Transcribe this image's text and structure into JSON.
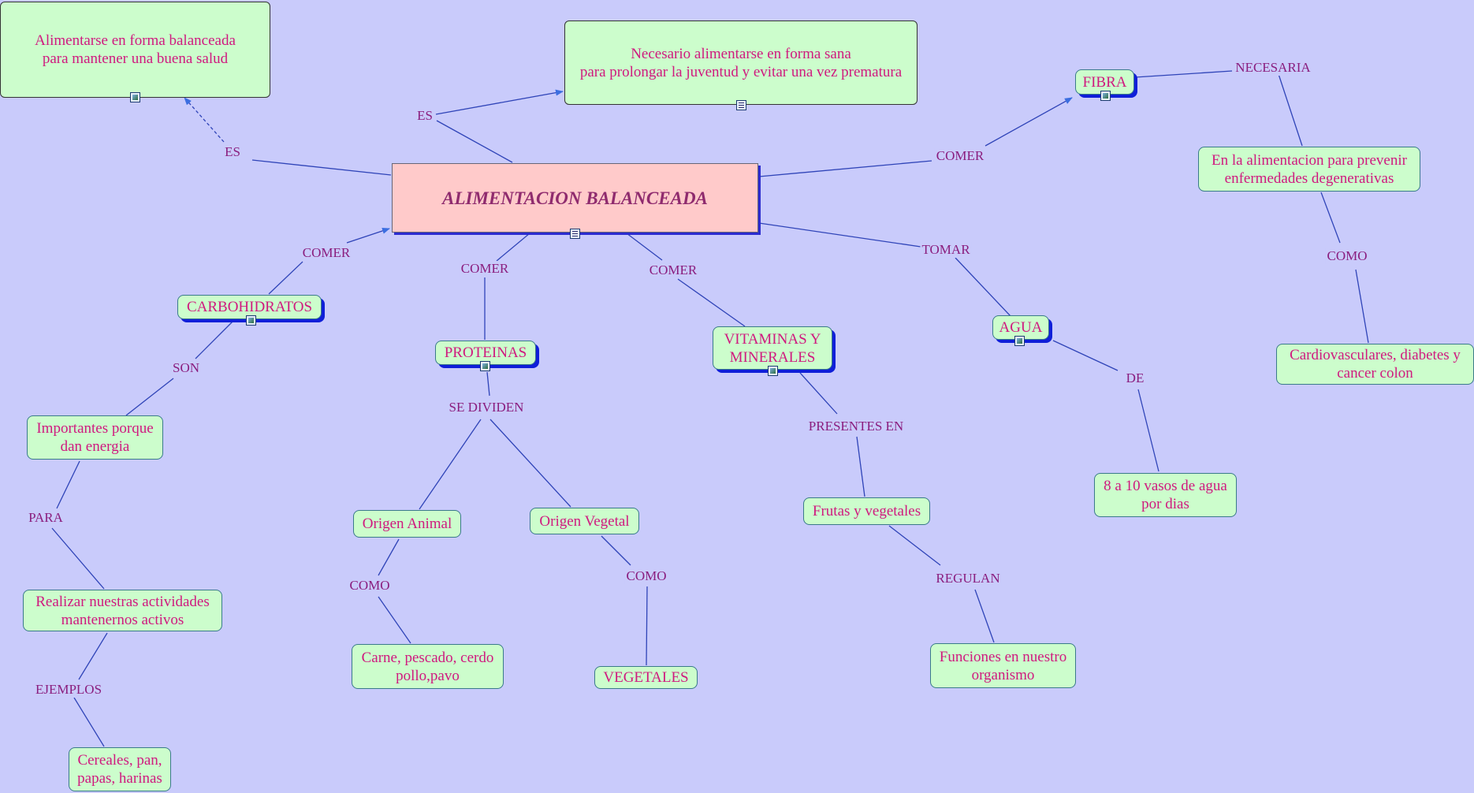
{
  "diagram": {
    "main": "ALIMENTACION BALANCEADA",
    "nodes": {
      "salud": [
        "Alimentarse en forma balanceada",
        "para mantener una buena salud"
      ],
      "sana": [
        "Necesario alimentarse en forma sana",
        "para prolongar la juventud y evitar una vez prematura"
      ],
      "fibra": "FIBRA",
      "prevenir": [
        "En la alimentacion para prevenir",
        "enfermedades degenerativas"
      ],
      "cardio": [
        "Cardiovasculares, diabetes y",
        "cancer colon"
      ],
      "carbohidratos": "CARBOHIDRATOS",
      "proteinas": "PROTEINAS",
      "vitaminas": [
        "VITAMINAS Y",
        "MINERALES"
      ],
      "agua": "AGUA",
      "importantes": [
        "Importantes porque",
        "dan energia"
      ],
      "realizar": [
        "Realizar nuestras actividades",
        "mantenernos activos"
      ],
      "cereales": [
        "Cereales, pan,",
        "papas, harinas"
      ],
      "animal": "Origen Animal",
      "vegetal": "Origen Vegetal",
      "carne": [
        "Carne, pescado, cerdo",
        "pollo,pavo"
      ],
      "vegetales": "VEGETALES",
      "frutas": "Frutas y vegetales",
      "funciones": [
        "Funciones en nuestro",
        "organismo"
      ],
      "vasos": [
        "8 a 10 vasos de agua",
        "por dias"
      ]
    },
    "labels": {
      "es_left": "ES",
      "es_top": "ES",
      "comer_fibra": "COMER",
      "necesaria": "NECESARIA",
      "como_fibra": "COMO",
      "comer_carb": "COMER",
      "comer_prot": "COMER",
      "comer_vit": "COMER",
      "tomar": "TOMAR",
      "son": "SON",
      "para": "PARA",
      "ejemplos": "EJEMPLOS",
      "se_dividen": "SE DIVIDEN",
      "como_animal": "COMO",
      "como_vegetal": "COMO",
      "presentes_en": "PRESENTES EN",
      "regulan": "REGULAN",
      "de": "DE"
    },
    "colors": {
      "background": "#c9cbfb",
      "concept_fill": "#ccfdcc",
      "main_fill": "#ffcaca",
      "concept_text": "#d0197f",
      "link_text": "#8a1d7e",
      "link_line": "#3b5fcf",
      "shadow": "#0f1fd8"
    },
    "icons": [
      "image-icon",
      "document-icon"
    ]
  }
}
